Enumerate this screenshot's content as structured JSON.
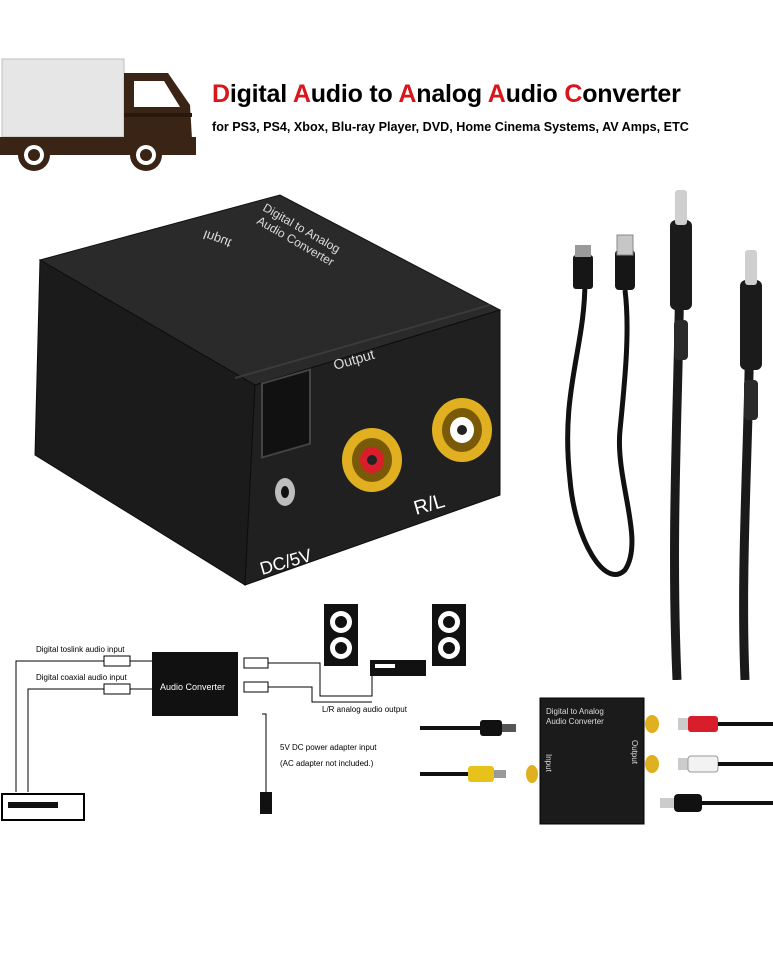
{
  "header": {
    "title_words": [
      {
        "cap": "D",
        "rest": "igital "
      },
      {
        "cap": "A",
        "rest": "udio to "
      },
      {
        "cap": "A",
        "rest": "nalog "
      },
      {
        "cap": "A",
        "rest": "udio "
      },
      {
        "cap": "C",
        "rest": "onverter"
      }
    ],
    "subtitle": "for PS3, PS4, Xbox, Blu-ray Player, DVD, Home Cinema Systems, AV Amps, ETC"
  },
  "product": {
    "top_label_input": "Input",
    "top_label_line1": "Digital to Analog",
    "top_label_line2": "Audio Converter",
    "output_label": "Output",
    "rl_label": "R/L",
    "dc_label": "DC/5V"
  },
  "diagram": {
    "toslink_label": "Digital toslink audio input",
    "coaxial_label": "Digital coaxial audio input",
    "box_label": "Audio Converter",
    "lr_label": "L/R analog audio output",
    "power_label_line1": "5V DC power adapter input",
    "power_label_line2": "(AC adapter not included.)"
  },
  "photo2": {
    "label_line1": "Digital to Analog",
    "label_line2": "Audio Converter",
    "input_label": "Input",
    "output_label": "Output"
  },
  "colors": {
    "accent_red": "#d8161b",
    "box_black": "#1c1c1c",
    "gold": "#e0b020",
    "truck_body": "#e6e6e6"
  }
}
